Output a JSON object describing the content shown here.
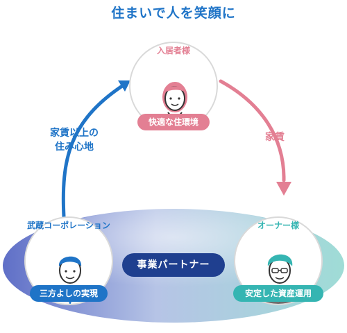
{
  "title": "住まいで人を笑顔に",
  "colors": {
    "blue": "#1f74c7",
    "pink": "#e37f93",
    "teal": "#35b5b2",
    "navy": "#1f3f8f"
  },
  "nodes": {
    "resident": {
      "role": "入居者様",
      "pill": "快適な住環境"
    },
    "company": {
      "role": "武蔵コーポレーション",
      "pill": "三方よしの実現"
    },
    "owner": {
      "role": "オーナー様",
      "pill": "安定した資産運用"
    }
  },
  "arrows": {
    "left": {
      "label_line1": "家賃以上の",
      "label_line2": "住み心地"
    },
    "right": {
      "label": "家賃"
    }
  },
  "center": {
    "label": "事業パートナー"
  },
  "icons": [
    "resident-woman-icon",
    "company-man-icon",
    "owner-man-icon"
  ]
}
